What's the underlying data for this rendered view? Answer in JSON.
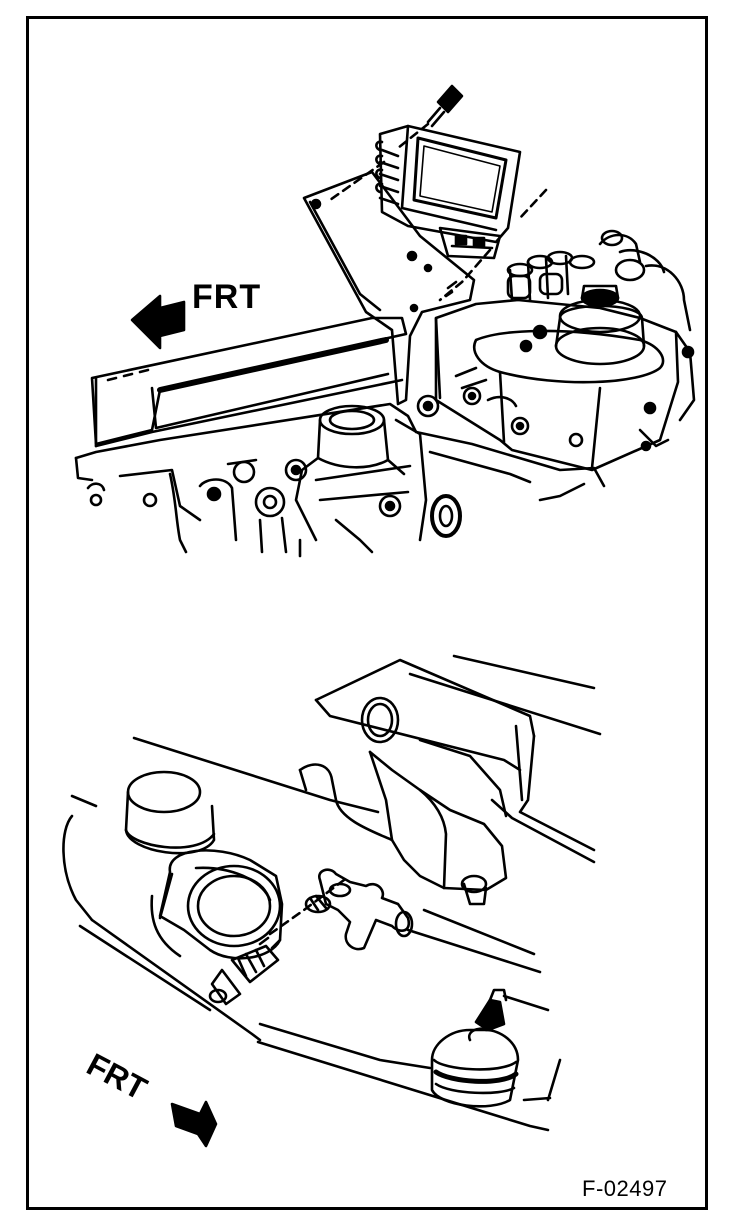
{
  "top_diagram": {
    "direction_label": "FRT"
  },
  "bottom_diagram": {
    "direction_label": "FRT"
  },
  "figure_id": "F-02497"
}
